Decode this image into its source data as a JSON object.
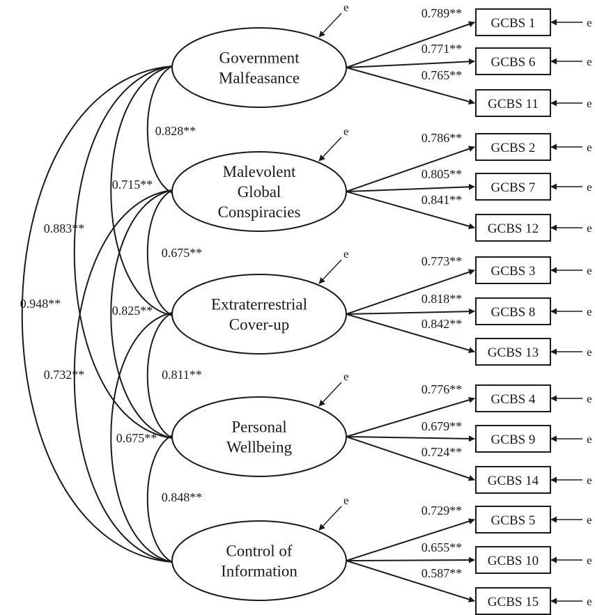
{
  "factors": [
    {
      "name": "Government Malfeasance",
      "lines": [
        "Government",
        "Malfeasance"
      ]
    },
    {
      "name": "Malevolent Global Conspiracies",
      "lines": [
        "Malevolent",
        "Global",
        "Conspiracies"
      ]
    },
    {
      "name": "Extraterrestrial Cover-up",
      "lines": [
        "Extraterrestrial",
        "Cover-up"
      ]
    },
    {
      "name": "Personal Wellbeing",
      "lines": [
        "Personal",
        "Wellbeing"
      ]
    },
    {
      "name": "Control of Information",
      "lines": [
        "Control of",
        "Information"
      ]
    }
  ],
  "error_label": "e",
  "loadings": [
    {
      "factor": 0,
      "item": "GCBS 1",
      "value": "0.789**"
    },
    {
      "factor": 0,
      "item": "GCBS 6",
      "value": "0.771**"
    },
    {
      "factor": 0,
      "item": "GCBS 11",
      "value": "0.765**"
    },
    {
      "factor": 1,
      "item": "GCBS 2",
      "value": "0.786**"
    },
    {
      "factor": 1,
      "item": "GCBS 7",
      "value": "0.805**"
    },
    {
      "factor": 1,
      "item": "GCBS 12",
      "value": "0.841**"
    },
    {
      "factor": 2,
      "item": "GCBS 3",
      "value": "0.773**"
    },
    {
      "factor": 2,
      "item": "GCBS 8",
      "value": "0.818**"
    },
    {
      "factor": 2,
      "item": "GCBS 13",
      "value": "0.842**"
    },
    {
      "factor": 3,
      "item": "GCBS 4",
      "value": "0.776**"
    },
    {
      "factor": 3,
      "item": "GCBS 9",
      "value": "0.679**"
    },
    {
      "factor": 3,
      "item": "GCBS 14",
      "value": "0.724**"
    },
    {
      "factor": 4,
      "item": "GCBS 5",
      "value": "0.729**"
    },
    {
      "factor": 4,
      "item": "GCBS 10",
      "value": "0.655**"
    },
    {
      "factor": 4,
      "item": "GCBS 15",
      "value": "0.587**"
    }
  ],
  "correlations": [
    {
      "from": 0,
      "to": 1,
      "value": "0.828**"
    },
    {
      "from": 1,
      "to": 2,
      "value": "0.675**"
    },
    {
      "from": 2,
      "to": 3,
      "value": "0.811**"
    },
    {
      "from": 3,
      "to": 4,
      "value": "0.848**"
    },
    {
      "from": 0,
      "to": 2,
      "value": "0.715**"
    },
    {
      "from": 1,
      "to": 3,
      "value": "0.825**"
    },
    {
      "from": 2,
      "to": 4,
      "value": "0.675**"
    },
    {
      "from": 0,
      "to": 3,
      "value": "0.883**"
    },
    {
      "from": 1,
      "to": 4,
      "value": "0.732**"
    },
    {
      "from": 0,
      "to": 4,
      "value": "0.948**"
    }
  ]
}
